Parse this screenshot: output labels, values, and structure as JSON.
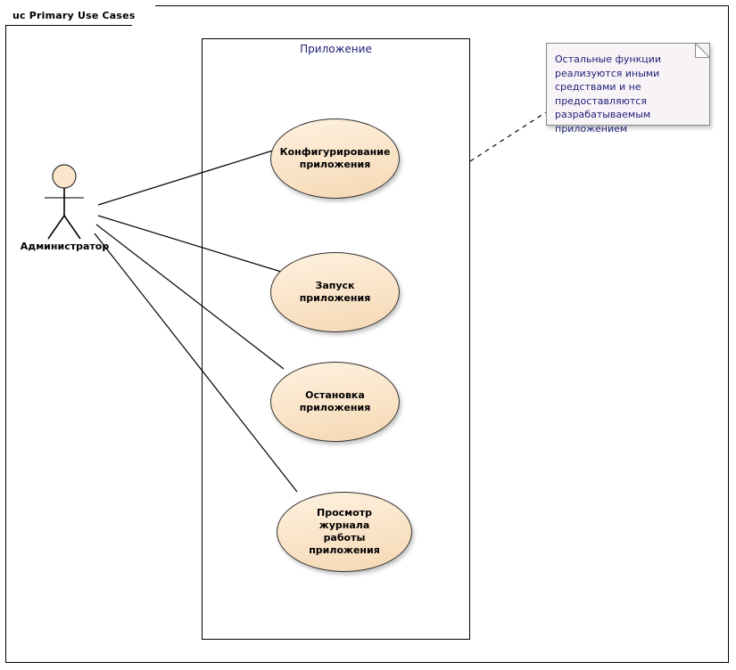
{
  "frame": {
    "title": "uc Primary Use Cases"
  },
  "boundary": {
    "label": "Приложение"
  },
  "actor": {
    "name": "Администратор",
    "icon": "stick-figure-actor-icon"
  },
  "use_cases": [
    {
      "label": "Конфигурирование\nприложения"
    },
    {
      "label": "Запуск приложения"
    },
    {
      "label": "Остановка\nприложения"
    },
    {
      "label": "Просмотр журнала\nработы приложения"
    }
  ],
  "note": {
    "text": "Остальные функции реализуются иными средствами и не предоставляются разрабатываемым приложением"
  },
  "colors": {
    "usecase_fill": "#fbe6cc",
    "usecase_border": "#33312e",
    "note_fill": "#f8f3f6",
    "note_border": "#8a8a8a",
    "label_blue": "#20207a",
    "line": "#000000"
  }
}
